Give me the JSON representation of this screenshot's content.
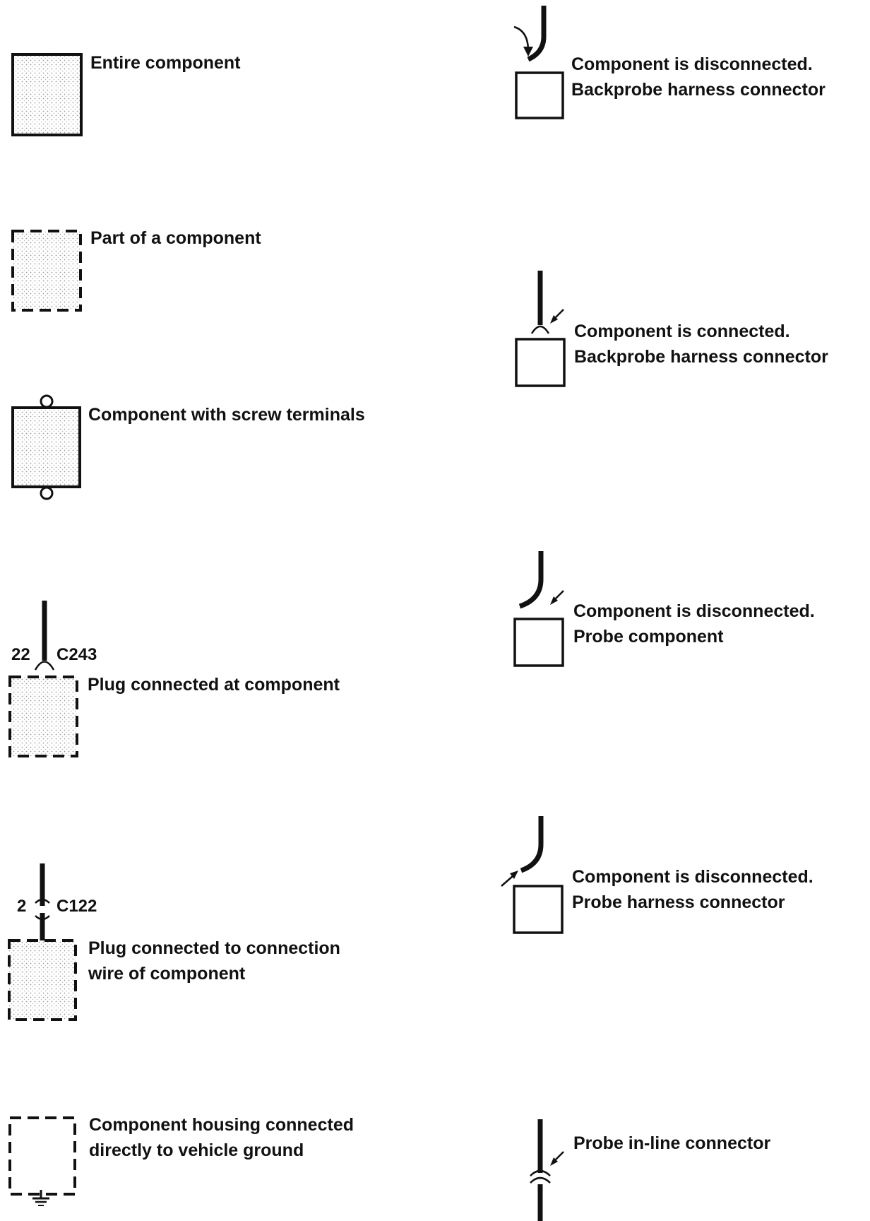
{
  "left_column": [
    {
      "id": "entire",
      "text_lines": [
        "Entire component"
      ]
    },
    {
      "id": "part",
      "text_lines": [
        "Part of a component"
      ]
    },
    {
      "id": "screw",
      "text_lines": [
        "Component with screw terminals"
      ]
    },
    {
      "id": "plug-at",
      "text_lines": [
        "Plug connected at component"
      ],
      "pin": "22",
      "connector": "C243"
    },
    {
      "id": "plug-to",
      "text_lines": [
        "Plug connected to connection",
        "wire of component"
      ],
      "pin": "2",
      "connector": "C122"
    },
    {
      "id": "ground",
      "text_lines": [
        "Component housing connected",
        "directly to vehicle ground"
      ]
    }
  ],
  "right_column": [
    {
      "id": "disc-backprobe",
      "text_lines": [
        "Component is disconnected.",
        "Backprobe harness connector"
      ]
    },
    {
      "id": "conn-backprobe",
      "text_lines": [
        "Component is connected.",
        "Backprobe harness connector"
      ]
    },
    {
      "id": "disc-probe-comp",
      "text_lines": [
        "Component is disconnected.",
        "Probe component"
      ]
    },
    {
      "id": "disc-probe-harness",
      "text_lines": [
        "Component is disconnected.",
        "Probe harness connector"
      ]
    },
    {
      "id": "inline",
      "text_lines": [
        "Probe in-line connector"
      ]
    }
  ],
  "colors": {
    "ink": "#111111",
    "fill_stipple": "#c8c8c8",
    "background": "#ffffff"
  },
  "icons": [
    "probe-arrow-icon",
    "ground-symbol-icon",
    "screw-terminal-icon",
    "connector-icon"
  ]
}
